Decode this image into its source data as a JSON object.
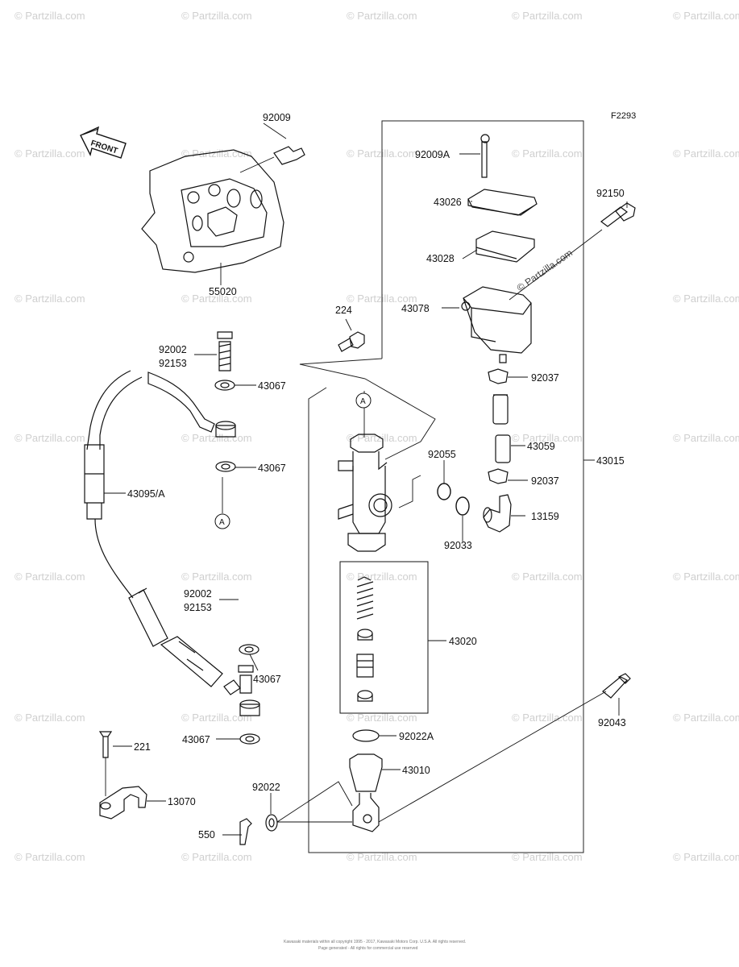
{
  "figure_id": "F2293",
  "front_label": "FRONT",
  "watermark": "© Partzilla.com",
  "callout_A": "A",
  "parts": {
    "p92009": "92009",
    "p55020": "55020",
    "p92009A": "92009A",
    "p43026": "43026",
    "p43028": "43028",
    "p43078": "43078",
    "p92150": "92150",
    "p224": "224",
    "p92037a": "92037",
    "p43059": "43059",
    "p92037b": "92037",
    "p43015": "43015",
    "p92055": "92055",
    "p92033": "92033",
    "p13159": "13159",
    "p92002a": "92002",
    "p92153a": "92153",
    "p43067a": "43067",
    "p43067b": "43067",
    "p43095A": "43095/A",
    "p92002b": "92002",
    "p92153b": "92153",
    "p43067c": "43067",
    "p43067d": "43067",
    "p43020": "43020",
    "p92022A": "92022A",
    "p43010": "43010",
    "p92043": "92043",
    "p221": "221",
    "p13070": "13070",
    "p92022": "92022",
    "p550": "550"
  },
  "footer": {
    "line1": "Kawasaki materials within all copyright 1995 - 2017, Kawasaki Motors Corp. U.S.A. All rights reserved.",
    "line2": "Page generated - All rights for commercial use reserved"
  }
}
